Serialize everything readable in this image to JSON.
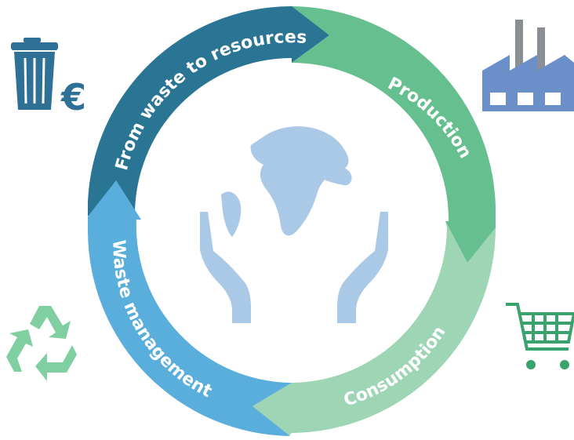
{
  "cycle": {
    "stages": [
      {
        "label": "From waste to resources",
        "color": "#2a7594"
      },
      {
        "label": "Production",
        "color": "#66bf8e"
      },
      {
        "label": "Consumption",
        "color": "#9ed5b5"
      },
      {
        "label": "Waste management",
        "color": "#5aaedc"
      }
    ]
  },
  "icons": {
    "bin": {
      "name": "trash-bin-icon",
      "color": "#2f7196"
    },
    "euro": {
      "name": "euro-icon",
      "text": "€",
      "color": "#2f7196"
    },
    "factory": {
      "name": "factory-icon",
      "color": "#6b8fc9"
    },
    "cart": {
      "name": "shopping-cart-icon",
      "color": "#3aa36d"
    },
    "recycle": {
      "name": "recycle-icon",
      "color": "#7fcfa0"
    },
    "globe": {
      "name": "globe-in-hands-icon",
      "color": "#a9c9e6"
    }
  }
}
